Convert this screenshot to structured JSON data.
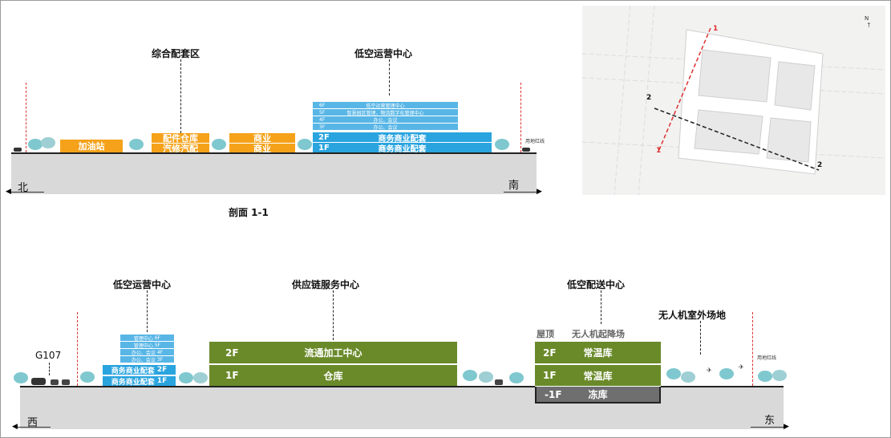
{
  "section1": {
    "callouts": {
      "left": "综合配套区",
      "right": "低空运营中心"
    },
    "buildings": {
      "gas_station": "加油站",
      "parts_top": "配件仓库",
      "parts_bottom": "汽修汽配",
      "commerce_top": "商业",
      "commerce_bottom": "商业"
    },
    "tower_floors": [
      {
        "f": "6F",
        "text": "低空运营管理中心"
      },
      {
        "f": "5F",
        "text": "智慧园区管理、物流数字化管理中心"
      },
      {
        "f": "4F",
        "text": "办公、会议"
      },
      {
        "f": "3F",
        "text": "办公、会议"
      },
      {
        "f": "2F",
        "text": "商务商业配套"
      },
      {
        "f": "1F",
        "text": "商务商业配套"
      }
    ],
    "boundary_label": "用地红线",
    "dir_left": "北",
    "dir_right": "南",
    "caption": "剖面 1-1"
  },
  "section2": {
    "callouts": {
      "left": "低空运营中心",
      "center": "供应链服务中心",
      "right": "低空配送中心",
      "far_right": "无人机室外场地"
    },
    "road_label": "G107",
    "left_tower": [
      {
        "text": "管理中心",
        "f": "6F"
      },
      {
        "text": "管理中心",
        "f": "5F"
      },
      {
        "text": "办公、会议",
        "f": "4F"
      },
      {
        "text": "办公、会议",
        "f": "3F"
      },
      {
        "text": "商务商业配套",
        "f": "2F"
      },
      {
        "text": "商务商业配套",
        "f": "1F"
      }
    ],
    "supply": [
      {
        "f": "2F",
        "text": "流通加工中心"
      },
      {
        "f": "1F",
        "text": "仓库"
      }
    ],
    "roof": {
      "label": "屋顶",
      "text": "无人机起降场"
    },
    "delivery": [
      {
        "f": "2F",
        "text": "常温库"
      },
      {
        "f": "1F",
        "text": "常温库"
      },
      {
        "f": "-1F",
        "text": "冻库"
      }
    ],
    "boundary_label": "用地红线",
    "dir_left": "西",
    "dir_right": "东"
  },
  "map": {
    "north": "N",
    "cut1_a": "1",
    "cut1_b": "1",
    "cut2_a": "2",
    "cut2_b": "2"
  }
}
